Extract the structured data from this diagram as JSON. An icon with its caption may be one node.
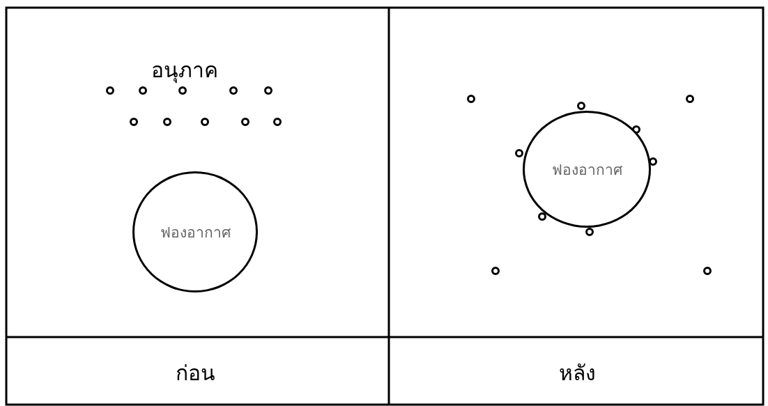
{
  "diagram": {
    "nodes": [
      {
        "text": [
          "ฟองอากาศ"
        ]
      },
      {
        "text": [
          "ฟองอากาศ"
        ]
      }
    ],
    "labels": [
      "อนุภาค",
      "ก่อน",
      "หลัง"
    ]
  }
}
